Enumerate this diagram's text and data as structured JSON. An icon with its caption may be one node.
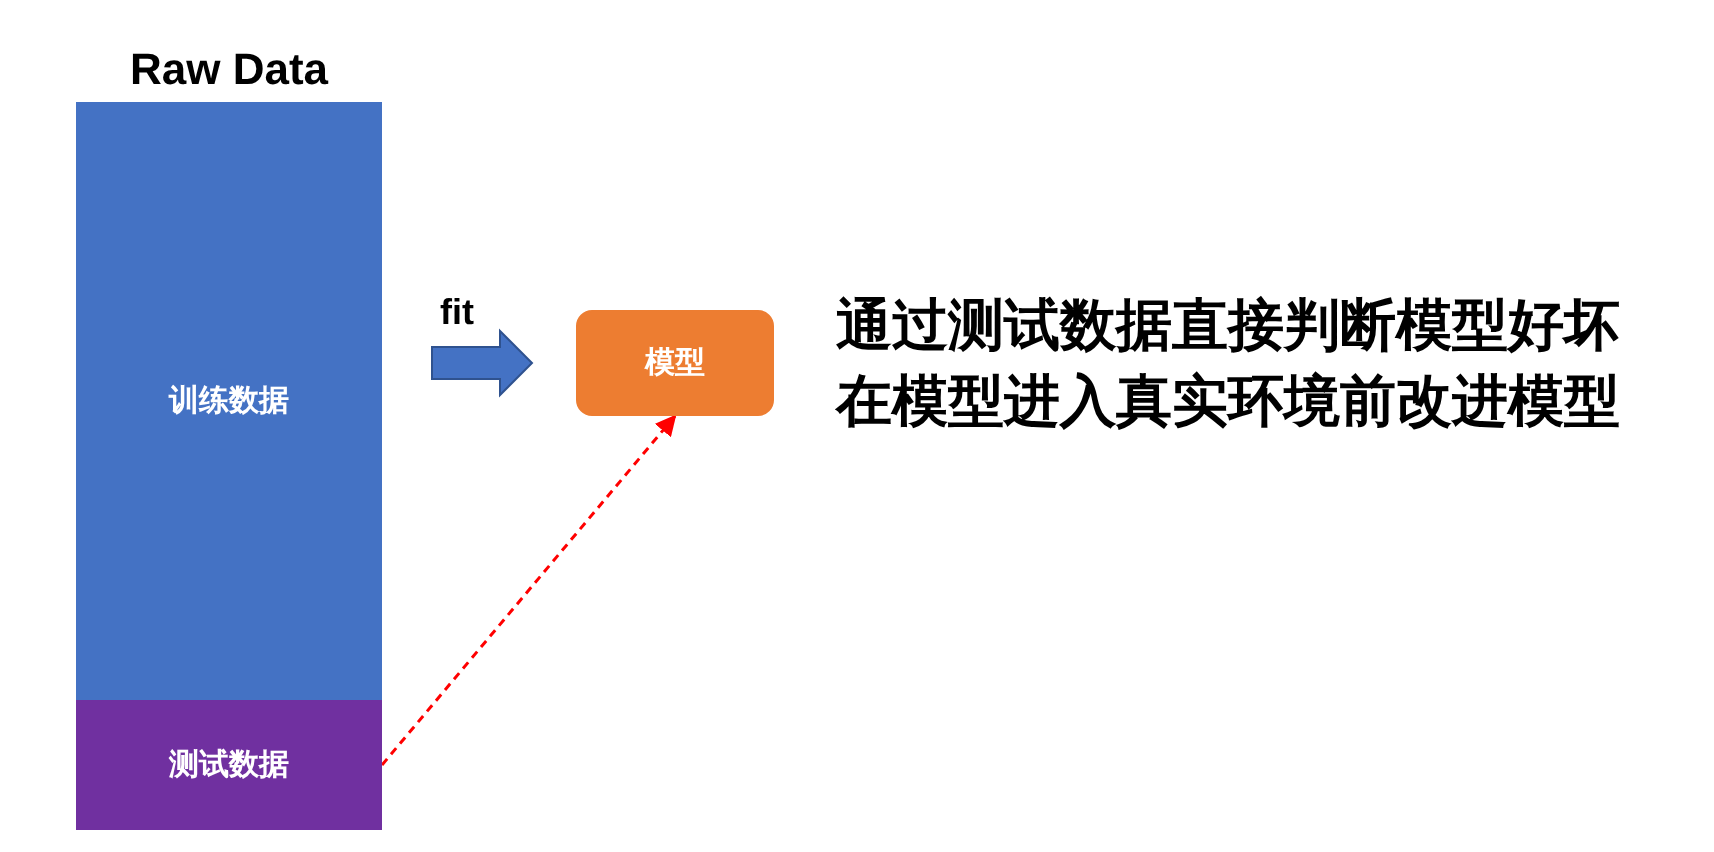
{
  "diagram": {
    "nodes": [
      {
        "text": [
          "Raw Data"
        ]
      },
      {
        "text": [
          "训练数据"
        ],
        "in": 0
      },
      {
        "text": [
          "测试数据"
        ],
        "in": 0
      },
      {
        "text": [
          "模型"
        ]
      }
    ],
    "edges": [
      {
        "from": 1,
        "to": 3,
        "arrow": "to",
        "label": "fit",
        "style": "thick"
      },
      {
        "from": 2,
        "to": 3,
        "arrow": "to",
        "style": "dashed",
        "color": "#ff0000"
      }
    ],
    "labels": [
      "通过测试数据直接判断模型好坏",
      "在模型进入真实环境前改进模型"
    ]
  }
}
